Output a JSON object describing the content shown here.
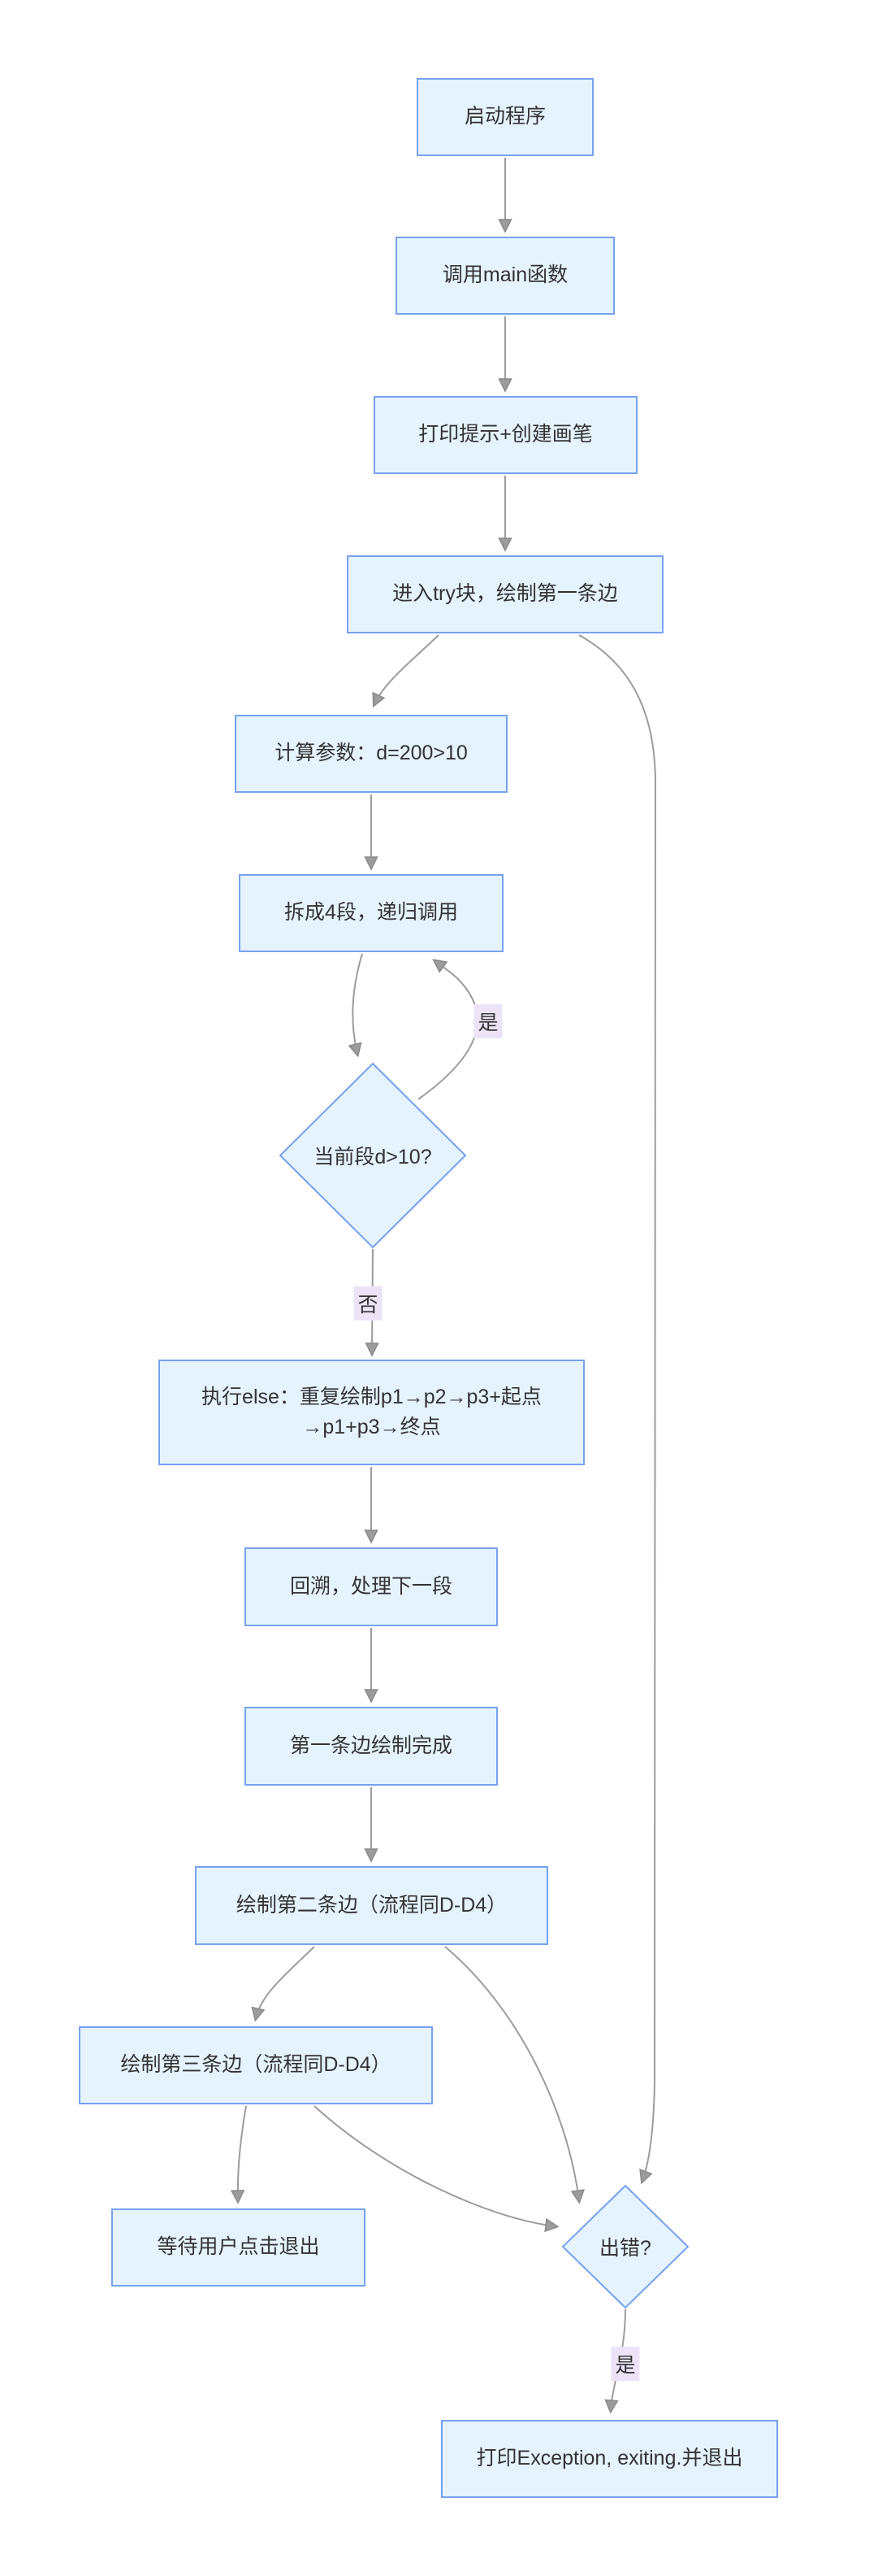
{
  "diagram": {
    "type": "flowchart",
    "direction": "top-down",
    "colors": {
      "background": "#ffffff",
      "node_fill": "#e4f3fd",
      "node_border": "#77a1f0",
      "edge": "#9c9c9c",
      "text": "#333333",
      "edge_label_bg": "#ece3f8"
    },
    "nodes": {
      "start": {
        "shape": "rect",
        "label": "启动程序"
      },
      "call_main": {
        "shape": "rect",
        "label": "调用main函数"
      },
      "print_create": {
        "shape": "rect",
        "label": "打印提示+创建画笔"
      },
      "enter_try": {
        "shape": "rect",
        "label": "进入try块，绘制第一条边"
      },
      "calc_params": {
        "shape": "rect",
        "label": "计算参数：d=200>10"
      },
      "split_recurse": {
        "shape": "rect",
        "label": "拆成4段，递归调用"
      },
      "check_d": {
        "shape": "diamond",
        "label": "当前段d>10?"
      },
      "exec_else": {
        "shape": "rect",
        "label": "执行else：重复绘制p1→p2→p3+起点\n→p1+p3→终点"
      },
      "backtrack": {
        "shape": "rect",
        "label": "回溯，处理下一段"
      },
      "first_done": {
        "shape": "rect",
        "label": "第一条边绘制完成"
      },
      "second_edge": {
        "shape": "rect",
        "label": "绘制第二条边（流程同D-D4）"
      },
      "third_edge": {
        "shape": "rect",
        "label": "绘制第三条边（流程同D-D4）"
      },
      "wait_exit": {
        "shape": "rect",
        "label": "等待用户点击退出"
      },
      "error_check": {
        "shape": "diamond",
        "label": "出错?"
      },
      "print_exception": {
        "shape": "rect",
        "label": "打印Exception, exiting.并退出"
      }
    },
    "edge_labels": {
      "recurse_yes": "是",
      "else_no": "否",
      "error_yes": "是"
    }
  }
}
